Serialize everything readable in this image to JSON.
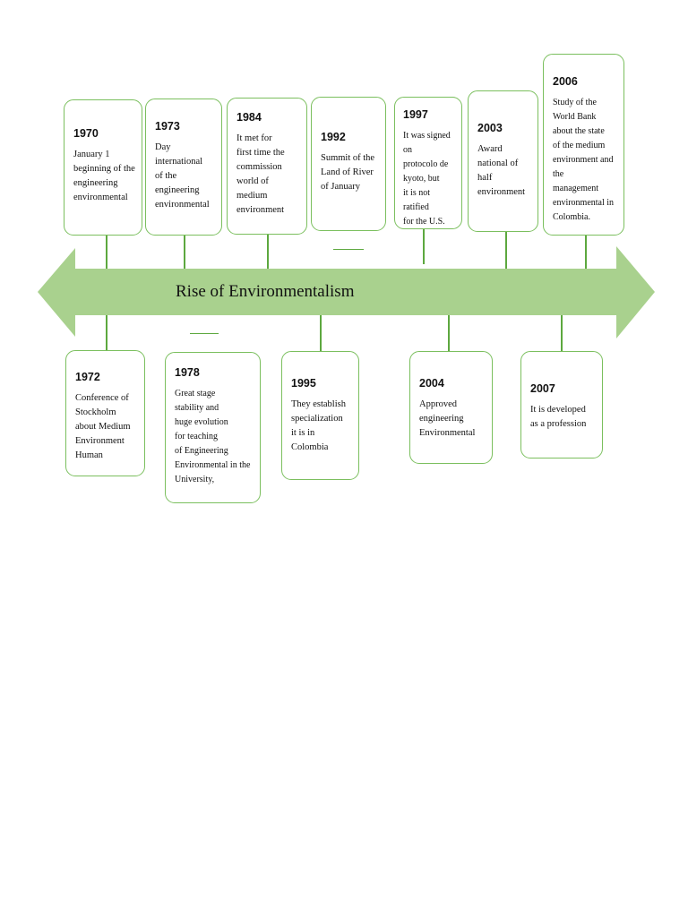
{
  "title": "Rise of Environmentalism",
  "colors": {
    "arrow_fill": "#a9d18e",
    "border": "#7bbf5e",
    "connector": "#5da83f"
  },
  "events_top": [
    {
      "year": "1970",
      "text": "January 1\nbeginning of the\nengineering\nenvironmental"
    },
    {
      "year": "1973",
      "text": "Day\ninternational\nof the\nengineering\nenvironmental"
    },
    {
      "year": "1984",
      "text": "It met for\nfirst time the\ncommission\nworld of\nmedium\nenvironment"
    },
    {
      "year": "1992",
      "text": "Summit of the\nLand of River\nof January"
    },
    {
      "year": "1997",
      "text": "It was signed on\nprotocolo de\nkyoto, but\nit is not\nratified\nfor the U.S."
    },
    {
      "year": "2003",
      "text": " Award\nnational of\nhalf\nenvironment"
    },
    {
      "year": "2006",
      "text": "Study of the\nWorld Bank\nabout the state\nof the medium\nenvironment and the\nmanagement\nenvironmental in\nColombia."
    }
  ],
  "events_bottom": [
    {
      "year": "1972",
      "text": "Conference of\nStockholm\nabout Medium\nEnvironment\nHuman"
    },
    {
      "year": "1978",
      "text": " Great stage\nstability and\nhuge evolution\nfor teaching\nof Engineering\nEnvironmental in the\nUniversity,"
    },
    {
      "year": "1995",
      "text": "They establish\nspecialization\nit is in\nColombia"
    },
    {
      "year": "2004",
      "text": "Approved\nengineering\nEnvironmental"
    },
    {
      "year": "2007",
      "text": "It is developed\nas a profession"
    }
  ]
}
